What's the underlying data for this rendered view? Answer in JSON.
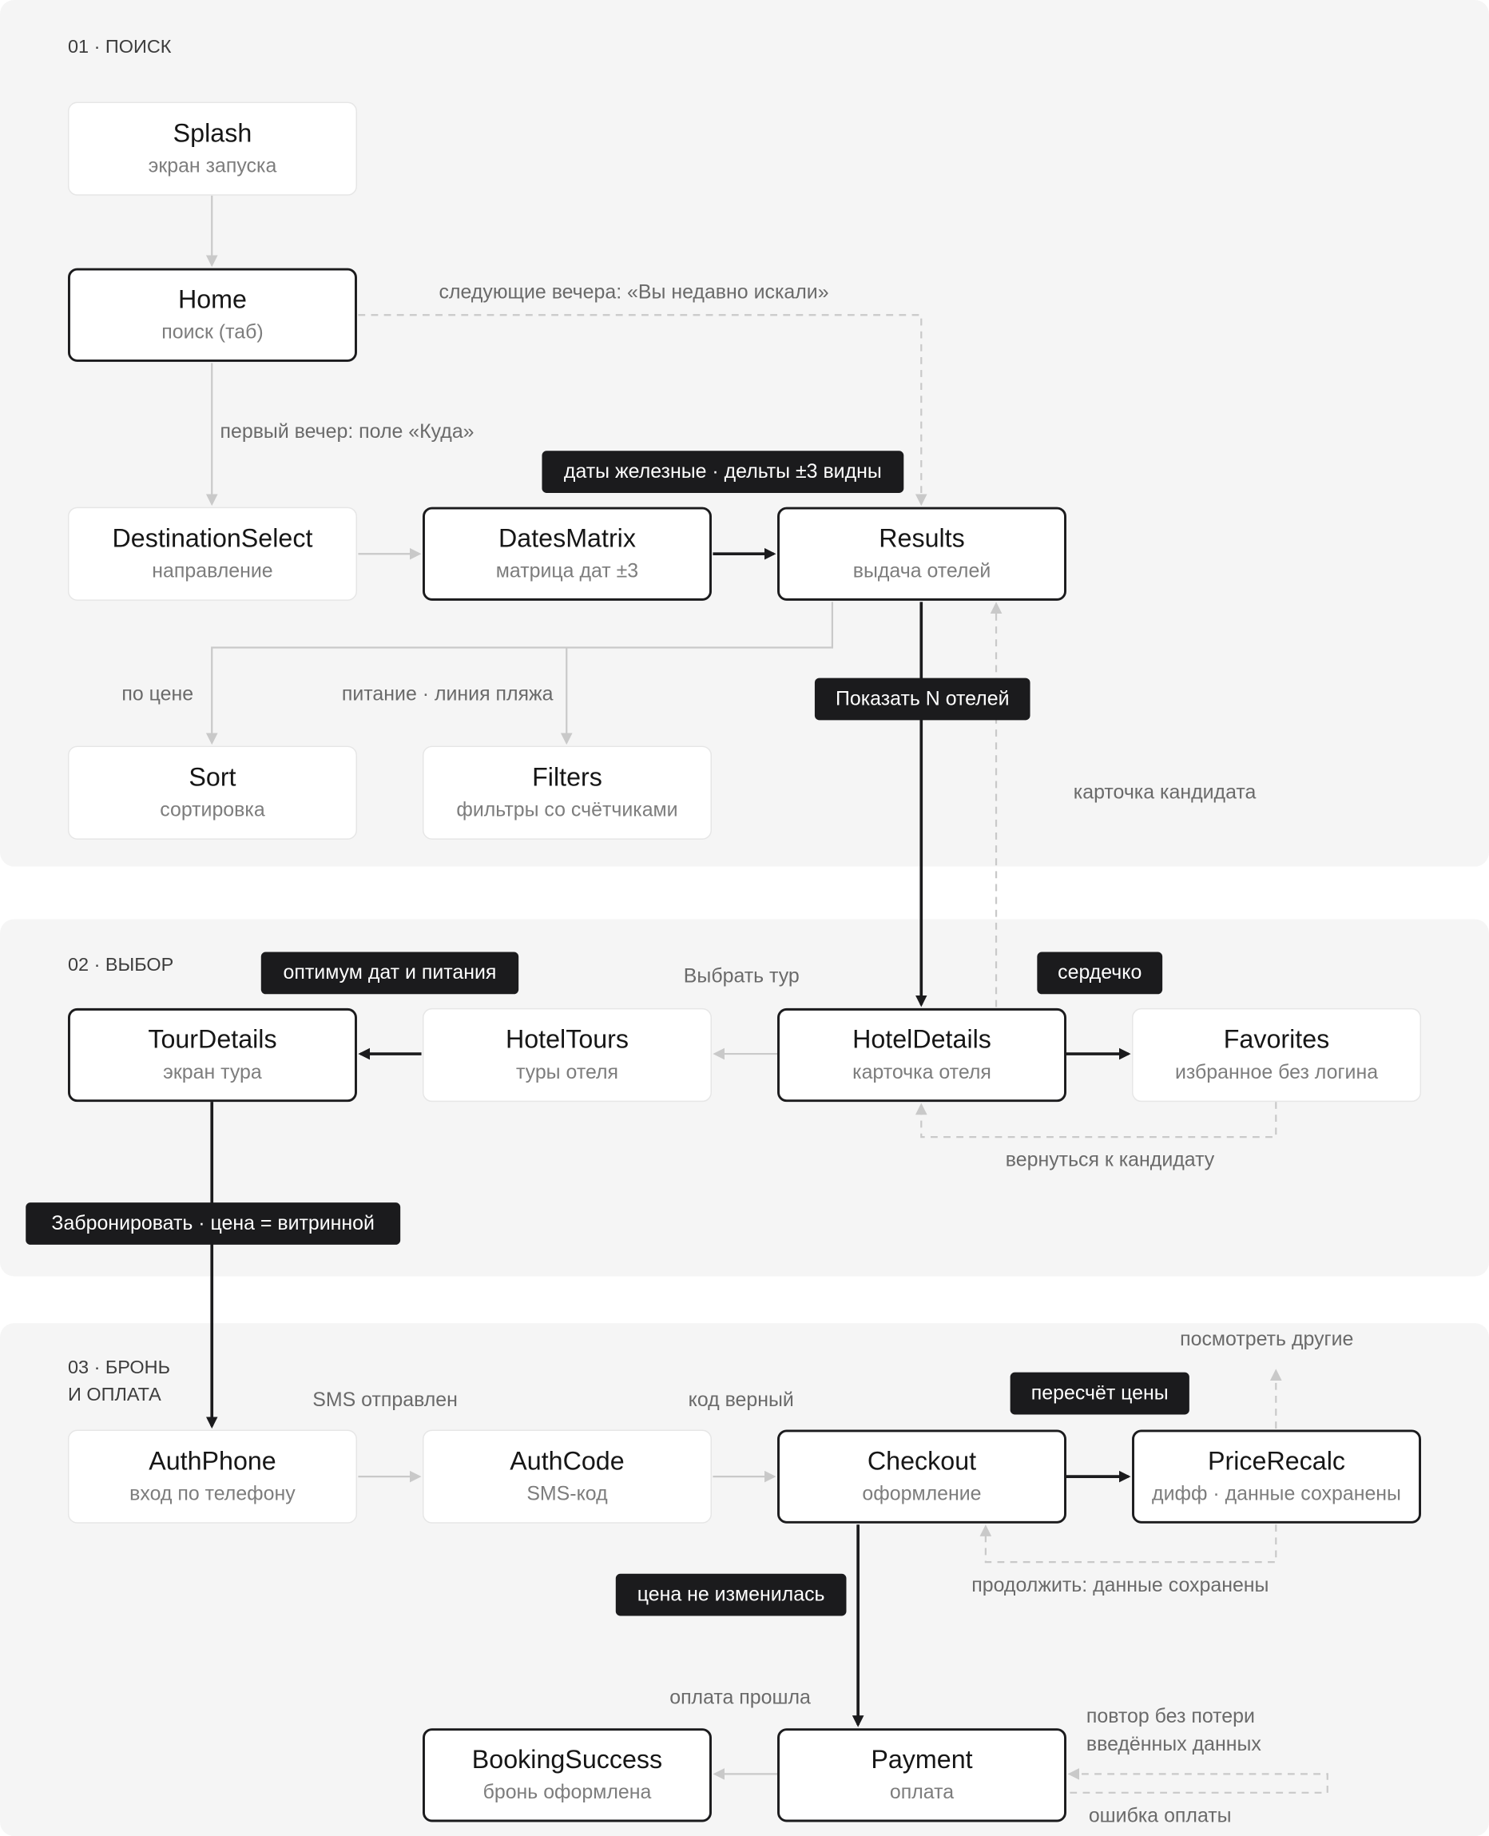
{
  "sections": {
    "search": "01 · ПОИСК",
    "choice": "02 · ВЫБОР",
    "booking": "03 · БРОНЬ\nИ ОПЛАТА"
  },
  "nodes": {
    "splash": {
      "title": "Splash",
      "sub": "экран запуска"
    },
    "home": {
      "title": "Home",
      "sub": "поиск (таб)"
    },
    "destination": {
      "title": "DestinationSelect",
      "sub": "направление"
    },
    "dates": {
      "title": "DatesMatrix",
      "sub": "матрица дат ±3"
    },
    "results": {
      "title": "Results",
      "sub": "выдача отелей"
    },
    "sort": {
      "title": "Sort",
      "sub": "сортировка"
    },
    "filters": {
      "title": "Filters",
      "sub": "фильтры со счётчиками"
    },
    "tourdetails": {
      "title": "TourDetails",
      "sub": "экран тура"
    },
    "hoteltours": {
      "title": "HotelTours",
      "sub": "туры отеля"
    },
    "hoteldetails": {
      "title": "HotelDetails",
      "sub": "карточка отеля"
    },
    "favorites": {
      "title": "Favorites",
      "sub": "избранное без логина"
    },
    "authphone": {
      "title": "AuthPhone",
      "sub": "вход по телефону"
    },
    "authcode": {
      "title": "AuthCode",
      "sub": "SMS-код"
    },
    "checkout": {
      "title": "Checkout",
      "sub": "оформление"
    },
    "pricerecalc": {
      "title": "PriceRecalc",
      "sub": "дифф · данные сохранены"
    },
    "bookingsuccess": {
      "title": "BookingSuccess",
      "sub": "бронь оформлена"
    },
    "payment": {
      "title": "Payment",
      "sub": "оплата"
    }
  },
  "labels": {
    "next_evenings": "следующие вечера: «Вы недавно искали»",
    "first_evening": "первый вечер: поле «Куда»",
    "by_price": "по цене",
    "food_beach": "питание · линия пляжа",
    "candidate_card": "карточка кандидата",
    "choose_tour": "Выбрать тур",
    "back_to_candidate": "вернуться к кандидату",
    "sms_sent": "SMS отправлен",
    "code_ok": "код верный",
    "see_others": "посмотреть другие",
    "continue_saved": "продолжить: данные сохранены",
    "payment_ok": "оплата прошла",
    "retry": "повтор без потери\nвведённых данных",
    "payment_error": "ошибка оплаты"
  },
  "pills": {
    "dates_fixed": "даты железные · дельты ±3 видны",
    "show_n": "Показать N отелей",
    "optimum": "оптимум дат и питания",
    "heart": "сердечко",
    "book": "Забронировать · цена = витринной",
    "recalc": "пересчёт цены",
    "price_same": "цена не изменилась"
  },
  "colors": {
    "section_bg": "#f5f5f5",
    "strong": "#1b1b1d",
    "weak": "#c9c9c9",
    "muted_text": "#6a6a6a"
  }
}
